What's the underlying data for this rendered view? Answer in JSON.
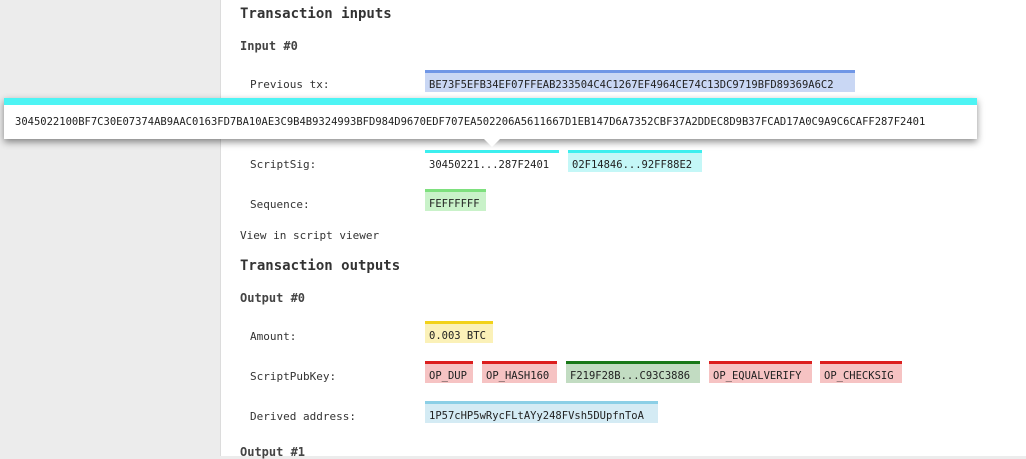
{
  "inputs": {
    "section_title": "Transaction inputs",
    "input0": {
      "title": "Input #0",
      "previous_tx_label": "Previous tx:",
      "previous_tx_value": "BE73F5EFB34EF07FFEAB233504C4C1267EF4964CE74C13DC9719BFD89369A6C2",
      "scriptsig_label": "ScriptSig:",
      "scriptsig_tokens": [
        "30450221...287F2401",
        "02F14846...92FF88E2"
      ],
      "sequence_label": "Sequence:",
      "sequence_value": "FEFFFFFF"
    },
    "view_script_link": "View in script viewer"
  },
  "outputs": {
    "section_title": "Transaction outputs",
    "output0": {
      "title": "Output #0",
      "amount_label": "Amount:",
      "amount_value": "0.003 BTC",
      "scriptpubkey_label": "ScriptPubKey:",
      "scriptpubkey_tokens": [
        "OP_DUP",
        "OP_HASH160",
        "F219F28B...C93C3886",
        "OP_EQUALVERIFY",
        "OP_CHECKSIG"
      ],
      "derived_address_label": "Derived address:",
      "derived_address_value": "1P57cHP5wRycFLtAYy248FVsh5DUpfnToA"
    },
    "output1": {
      "title": "Output #1"
    }
  },
  "tooltip": {
    "text": "3045022100BF7C30E07374AB9AAC0163FD7BA10AE3C9B4B9324993BFD984D9670EDF707EA502206A5611667D1EB147D6A7352CBF37A2DDEC8D9B37FCAD17A0C9A9C6CAFF287F2401"
  },
  "colors": {
    "hash_blue": "#c9d7f4",
    "hash_blue_border": "#6f96e6",
    "sig_cyan": "#c4f7f7",
    "sig_cyan_border": "#3cefef",
    "seq_green": "#c9f2c9",
    "seq_green_border": "#7ee07e",
    "amount_yellow": "#fbf1b8",
    "amount_yellow_border": "#f2d21a",
    "op_red": "#f6c3c3",
    "op_red_border": "#dc1e1e",
    "data_green": "#c2dcc2",
    "data_green_border": "#187818",
    "addr_blue": "#d4ebf4",
    "addr_blue_border": "#8bcfe6"
  }
}
